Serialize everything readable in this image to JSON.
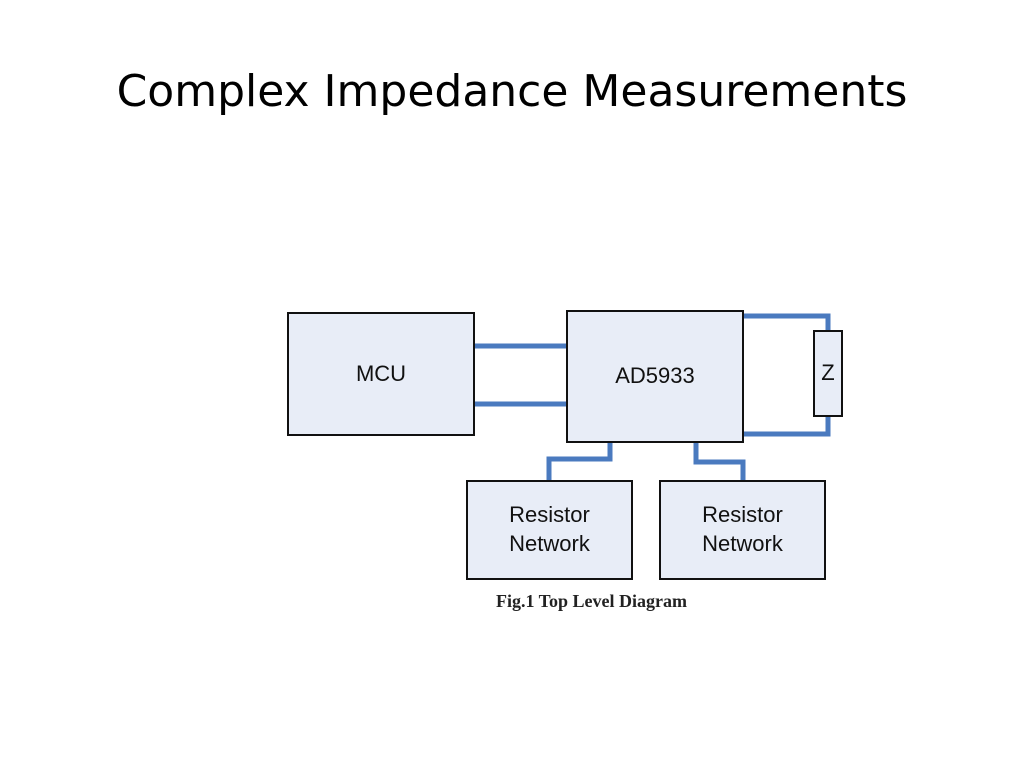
{
  "slide": {
    "title": "Complex Impedance Measurements"
  },
  "diagram": {
    "blocks": {
      "mcu": "MCU",
      "ad5933": "AD5933",
      "z": "Z",
      "resistor_network_left": "Resistor\nNetwork",
      "resistor_network_right": "Resistor\nNetwork"
    },
    "caption": "Fig.1 Top Level Diagram",
    "colors": {
      "block_fill": "#e8edf7",
      "block_border": "#111111",
      "connector": "#4a7abf"
    }
  }
}
